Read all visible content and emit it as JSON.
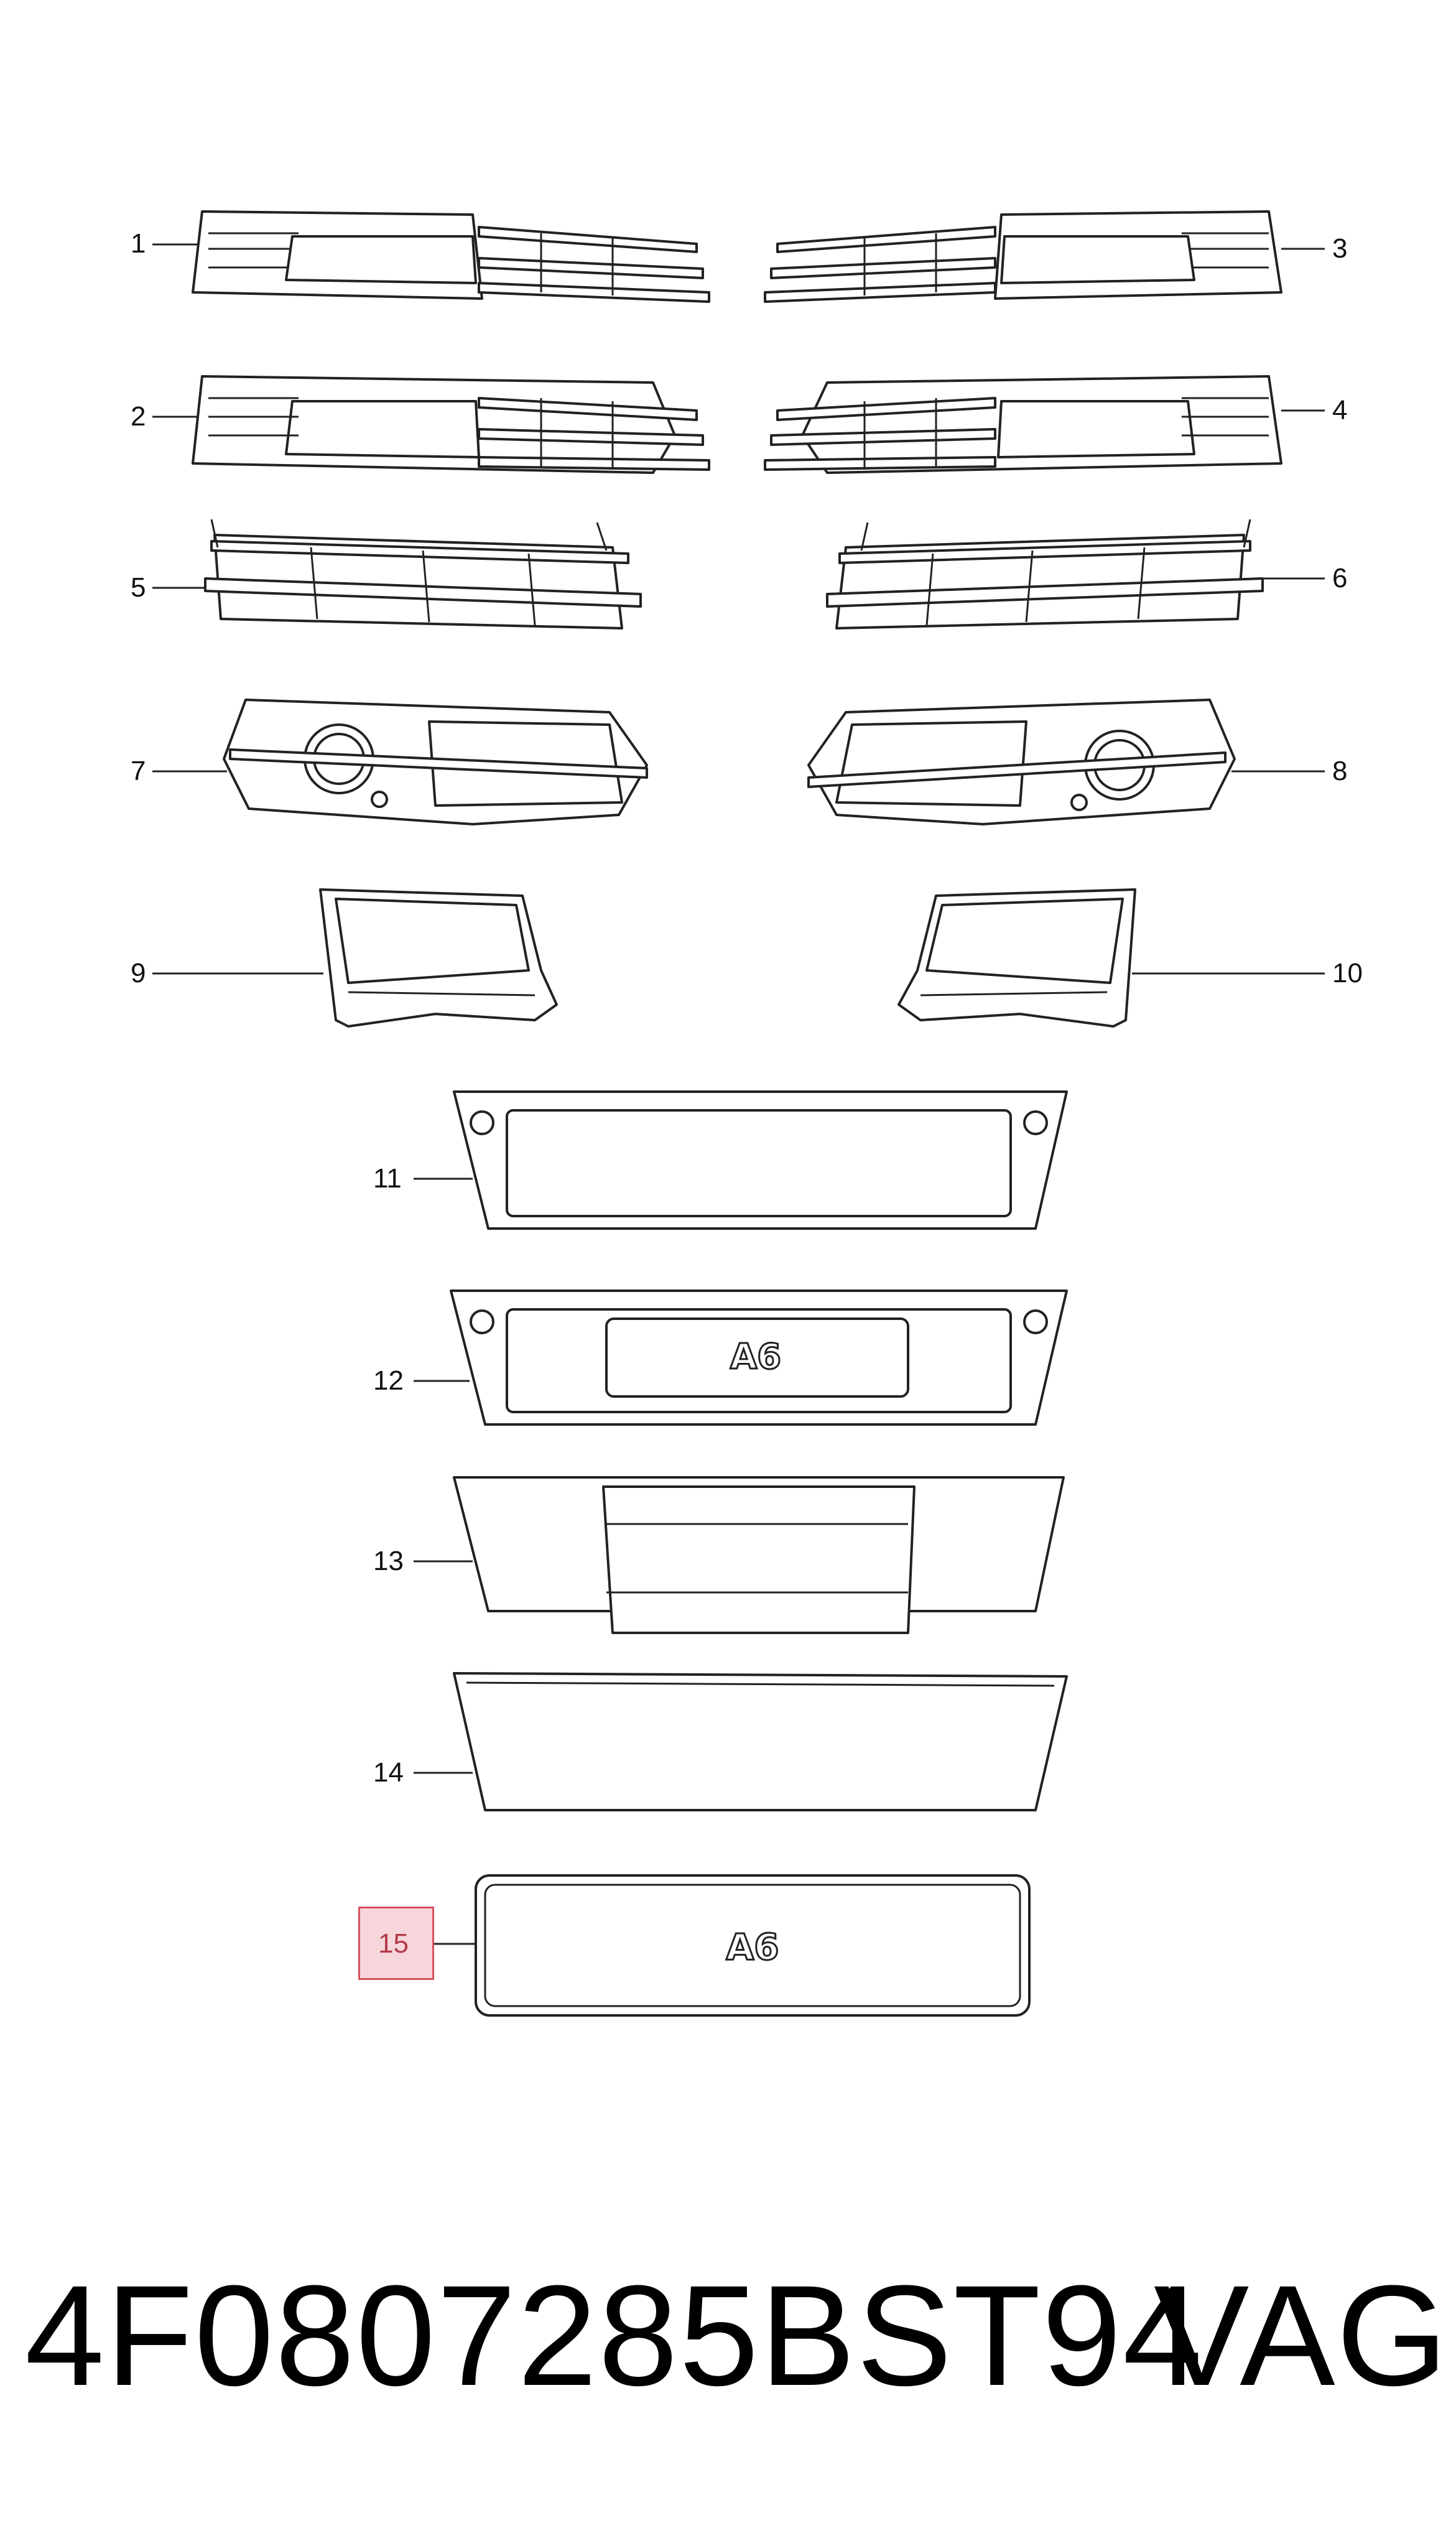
{
  "callouts": {
    "c1": "1",
    "c2": "2",
    "c3": "3",
    "c4": "4",
    "c5": "5",
    "c6": "6",
    "c7": "7",
    "c8": "8",
    "c9": "9",
    "c10": "10",
    "c11": "11",
    "c12": "12",
    "c13": "13",
    "c14": "14",
    "c15": "15"
  },
  "highlighted_callout": "15",
  "emblem_text": "A6",
  "footer": {
    "part_number": "4F0807285BST94",
    "brand": "VAG"
  },
  "colors": {
    "highlight_fill": "#f6d6da",
    "highlight_border": "#d9515f",
    "line": "#222222"
  }
}
